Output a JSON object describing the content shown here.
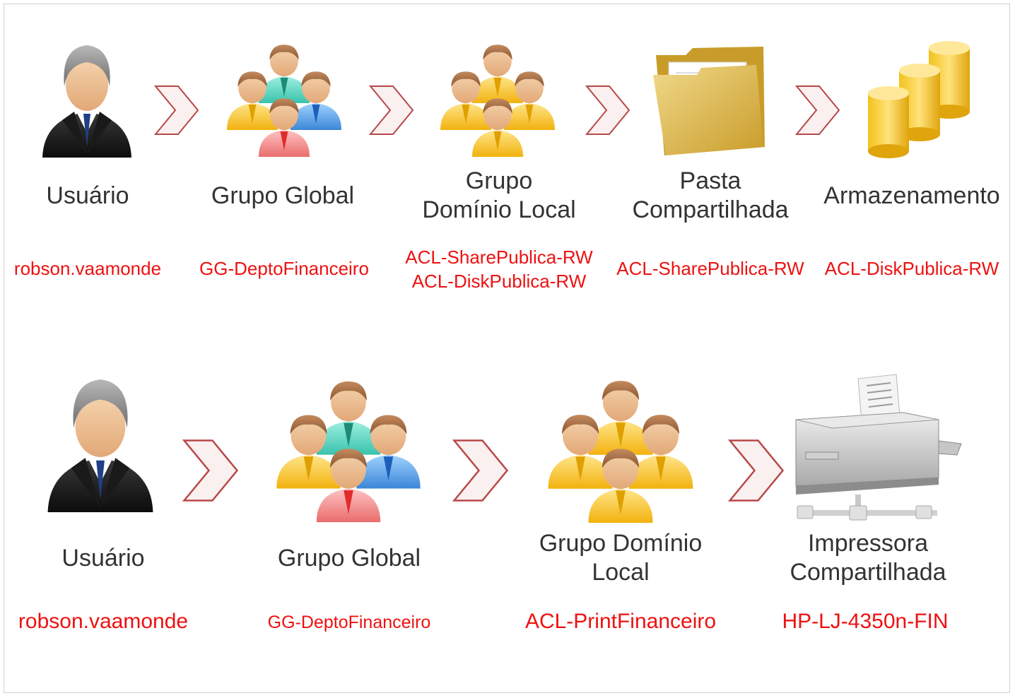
{
  "rows": [
    {
      "nodes": [
        {
          "icon": "user-icon",
          "label": [
            "Usuário"
          ],
          "sub": [
            "robson.vaamonde"
          ]
        },
        {
          "icon": "global-group-icon",
          "label": [
            "Grupo Global"
          ],
          "sub": [
            "GG-DeptoFinanceiro"
          ]
        },
        {
          "icon": "local-domain-group-icon",
          "label": [
            "Grupo",
            "Domínio Local"
          ],
          "sub": [
            "ACL-SharePublica-RW",
            "ACL-DiskPublica-RW"
          ]
        },
        {
          "icon": "folder-icon",
          "label": [
            "Pasta",
            "Compartilhada"
          ],
          "sub": [
            "ACL-SharePublica-RW"
          ]
        },
        {
          "icon": "storage-icon",
          "label": [
            "Armazenamento"
          ],
          "sub": [
            "ACL-DiskPublica-RW"
          ]
        }
      ]
    },
    {
      "nodes": [
        {
          "icon": "user-icon",
          "label": [
            "Usuário"
          ],
          "sub": [
            "robson.vaamonde"
          ]
        },
        {
          "icon": "global-group-icon",
          "label": [
            "Grupo Global"
          ],
          "sub": [
            "GG-DeptoFinanceiro"
          ]
        },
        {
          "icon": "local-domain-group-icon",
          "label": [
            "Grupo Domínio",
            "Local"
          ],
          "sub": [
            "ACL-PrintFinanceiro"
          ]
        },
        {
          "icon": "printer-icon",
          "label": [
            "Impressora",
            "Compartilhada"
          ],
          "sub": [
            "HP-LJ-4350n-FIN"
          ]
        }
      ]
    }
  ],
  "colors": {
    "label_text": "#333333",
    "sub_text": "#ee1111",
    "arrow_stroke": "#b84848",
    "arrow_fill": "#fbf0f0"
  }
}
